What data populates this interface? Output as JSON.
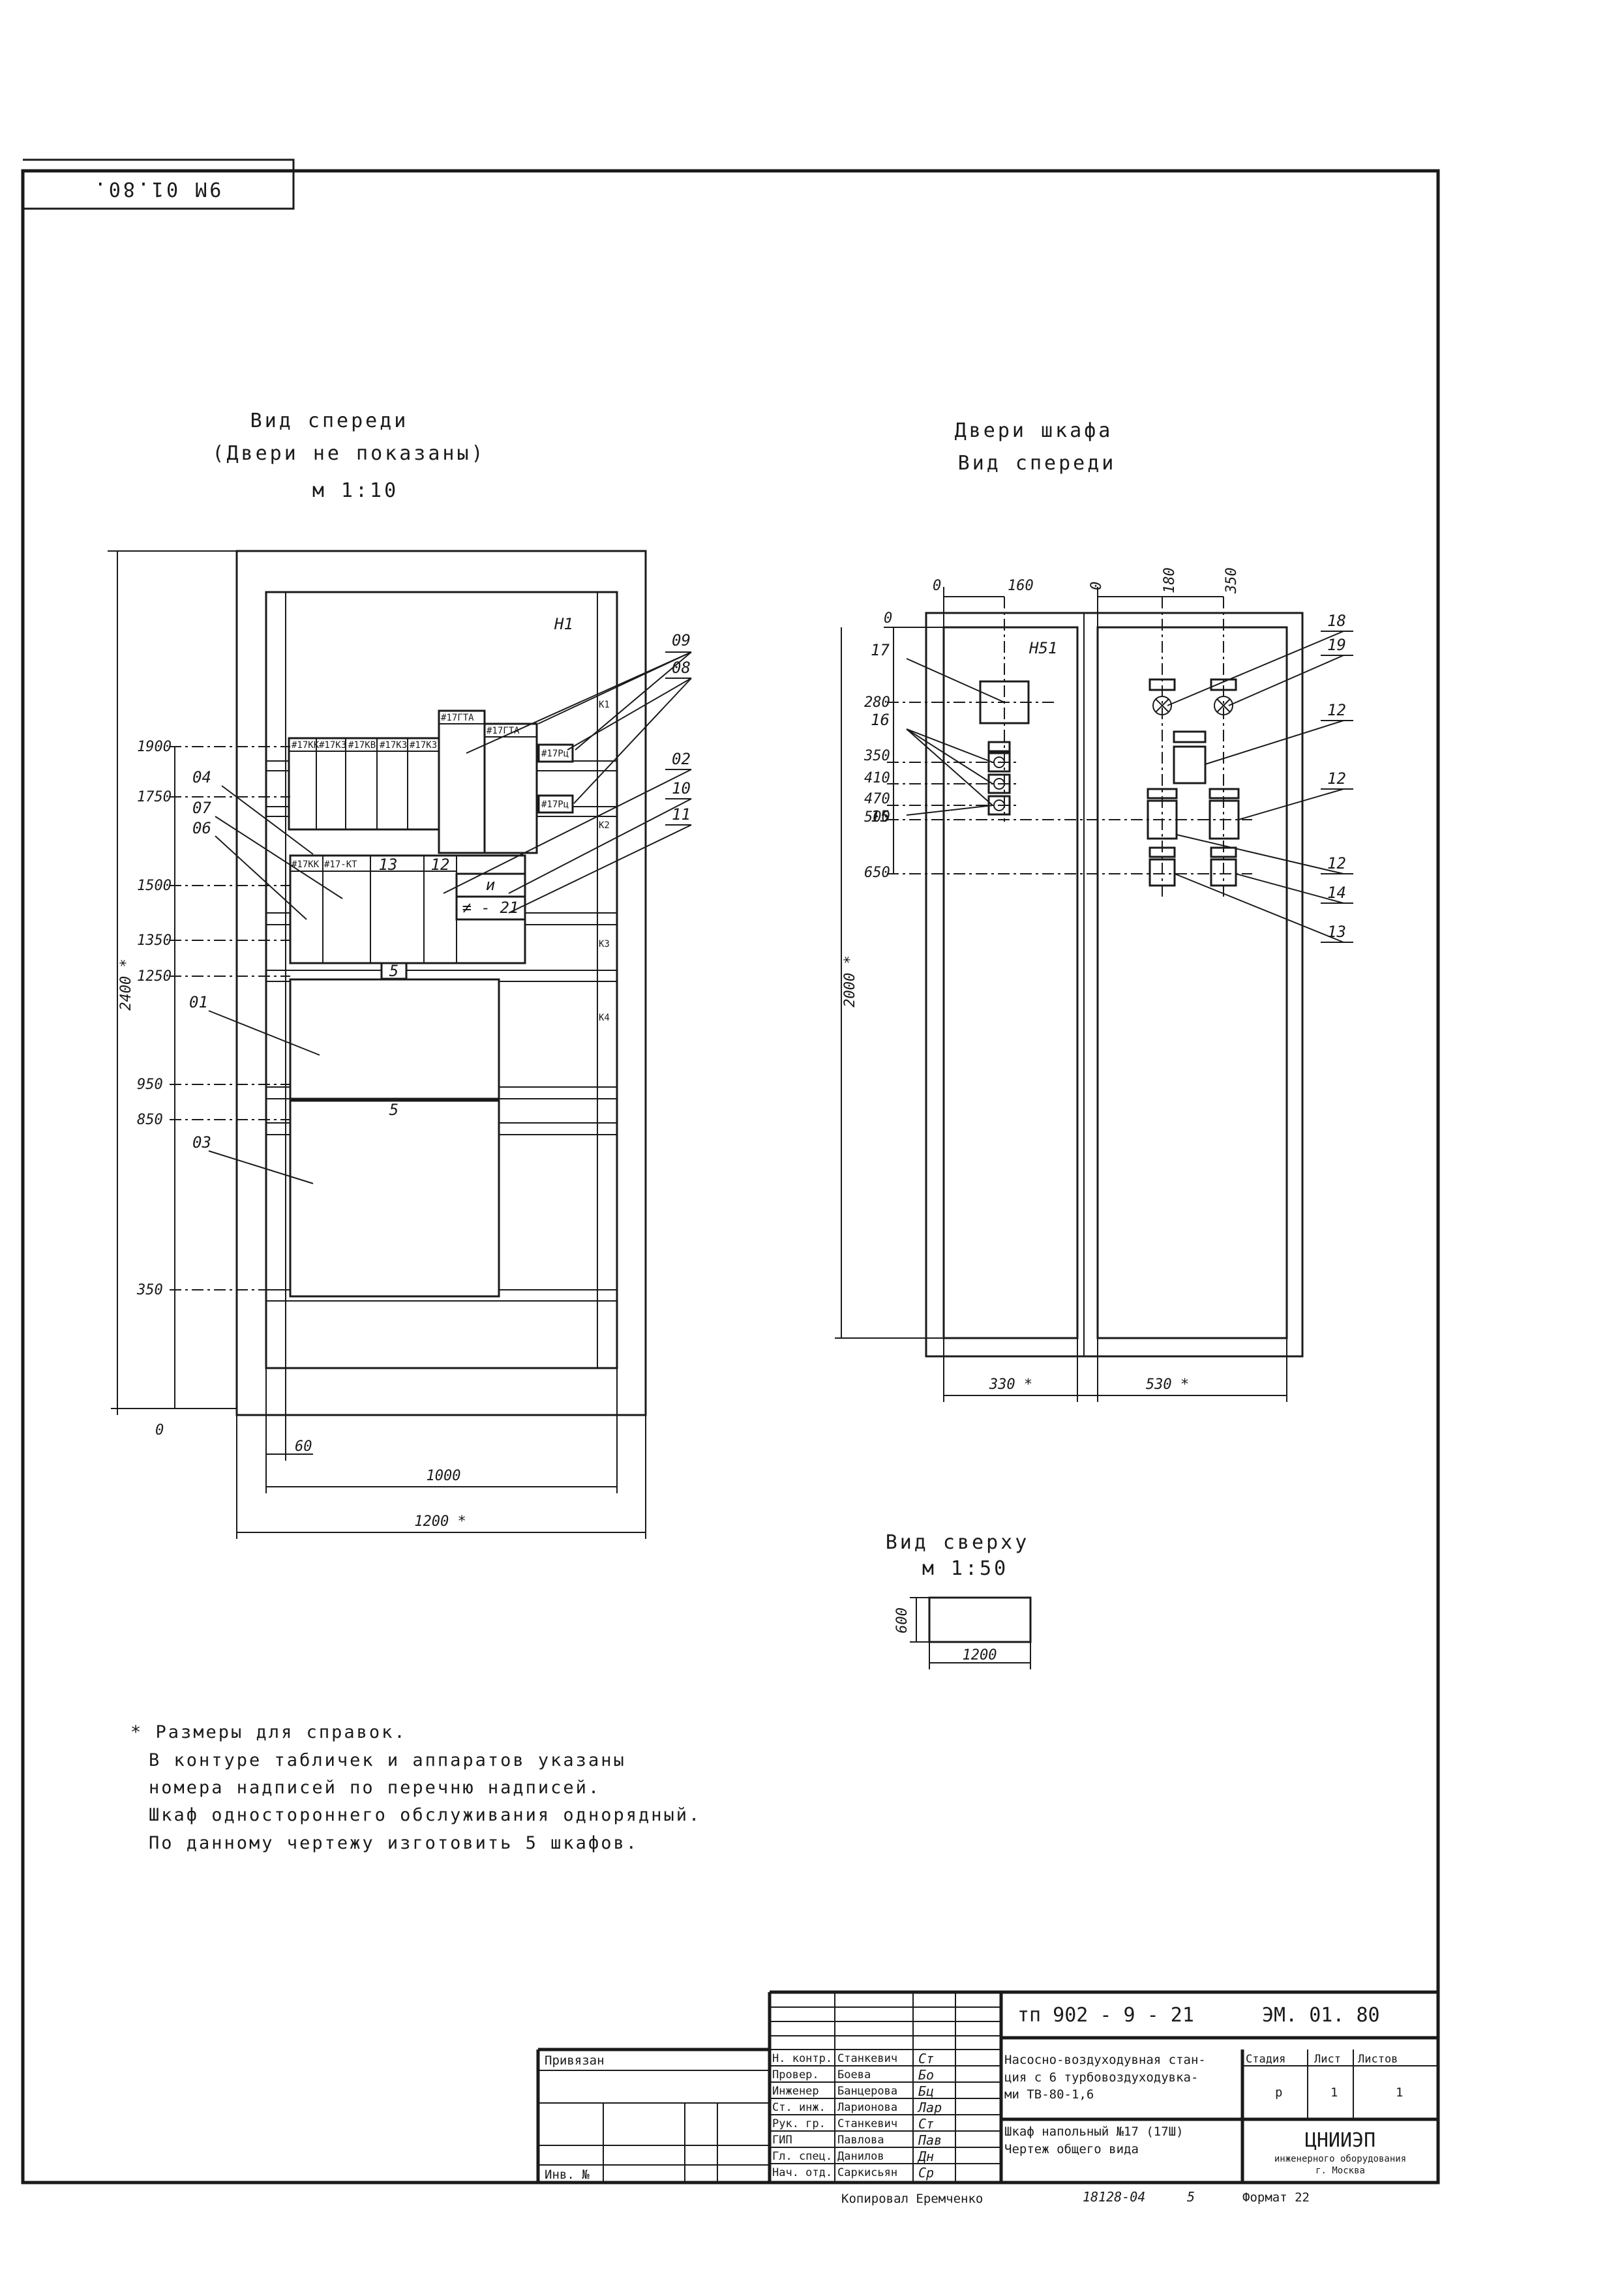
{
  "corner_stamp": "9М 01.80.",
  "front_view": {
    "title": "Вид спереди",
    "subtitle": "(Двери не показаны)",
    "scale": "м 1:10",
    "zone_label": "Н1",
    "height_dim": "2400 *",
    "width_inner": "1000",
    "width_outer": "1200 *",
    "offset": "60",
    "levels": [
      "1900",
      "1750",
      "1500",
      "1350",
      "1250",
      "950",
      "850",
      "350",
      "0"
    ],
    "labels": [
      "09",
      "08",
      "02",
      "10",
      "11",
      "04",
      "07",
      "06",
      "01",
      "03"
    ],
    "small_labels": [
      "#17КК",
      "#17КЗ",
      "#17КВ",
      "#17КЗ",
      "#17КЗ",
      "#17ГТА",
      "#17ГТА",
      "#17Рц",
      "#17Рц",
      "#17КК",
      "#17-КТ"
    ],
    "side_labels": [
      "К1",
      "К2",
      "К3",
      "К4"
    ],
    "panel_marks": [
      "13",
      "12",
      "и",
      "≠ - 21",
      "5",
      "5"
    ]
  },
  "door_view": {
    "title": "Двери шкафа",
    "subtitle": "Вид спереди",
    "zone_label": "Н51",
    "height_dim": "2000 *",
    "left_width": "330 *",
    "right_width": "530 *",
    "top_dims": [
      "0",
      "160",
      "0",
      "180",
      "350"
    ],
    "left_levels": [
      "0",
      "280",
      "350",
      "410",
      "470",
      "500",
      "650"
    ],
    "labels_left": [
      "17",
      "16",
      "15"
    ],
    "labels_right": [
      "18",
      "19",
      "12",
      "12",
      "12",
      "14",
      "13"
    ]
  },
  "top_view": {
    "title": "Вид сверху",
    "scale": "м 1:50",
    "depth": "600",
    "width": "1200"
  },
  "notes": [
    "* Размеры для справок.",
    "В контуре табличек и аппаратов указаны",
    "номера надписей по перечню надписей.",
    "Шкаф одностороннего обслуживания однорядный.",
    "По данному чертежу изготовить 5 шкафов."
  ],
  "title_block": {
    "project_code": "тп 902 - 9 - 21",
    "doc_code": "ЭМ. 01. 80",
    "attached_label": "Привязан",
    "inv_label": "Инв. №",
    "roles": [
      "Н. контр.",
      "Провер.",
      "Инженер",
      "Ст. инж.",
      "Рук. гр.",
      "ГИП",
      "Гл. спец.",
      "Нач. отд."
    ],
    "names": [
      "Станкевич",
      "Боева",
      "Банцерова",
      "Ларионова",
      "Станкевич",
      "Павлова",
      "Данилов",
      "Саркисьян"
    ],
    "signatures": [
      "Ст",
      "Бо",
      "Бц",
      "Лар",
      "Ст",
      "Пав",
      "Дн",
      "Ср"
    ],
    "description_1": "Насосно-воздуходувная стан-",
    "description_2": "ция с 6 турбовоздуходувка-",
    "description_3": "ми ТВ-80-1,6",
    "sheet_title_1": "Шкаф напольный №17 (17Ш)",
    "sheet_title_2": "Чертеж общего вида",
    "stage_label": "Стадия",
    "sheet_label": "Лист",
    "sheets_label": "Листов",
    "stage": "р",
    "sheet": "1",
    "sheets": "1",
    "org": "ЦНИИЭП",
    "org_sub_1": "инженерного оборудования",
    "org_sub_2": "г. Москва",
    "copied": "Копировал Еремченко",
    "order_no": "18128-04",
    "sheet_no": "5",
    "format": "Формат 22"
  }
}
